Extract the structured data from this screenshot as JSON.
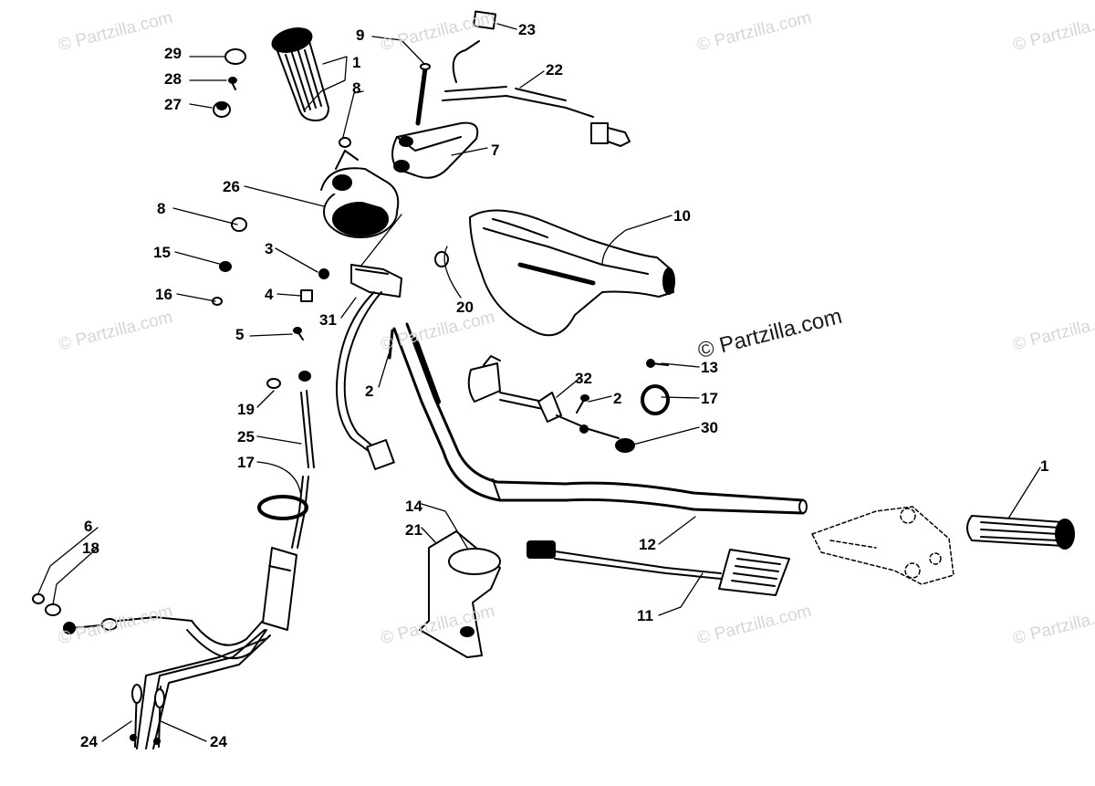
{
  "watermark": {
    "text": "© Partzilla.com"
  },
  "callouts": [
    {
      "id": "c-29a",
      "label": "29"
    },
    {
      "id": "c-28",
      "label": "28"
    },
    {
      "id": "c-27",
      "label": "27"
    },
    {
      "id": "c-1a",
      "label": "1"
    },
    {
      "id": "c-8a",
      "label": "8"
    },
    {
      "id": "c-9",
      "label": "9"
    },
    {
      "id": "c-23",
      "label": "23"
    },
    {
      "id": "c-22",
      "label": "22"
    },
    {
      "id": "c-7",
      "label": "7"
    },
    {
      "id": "c-26",
      "label": "26"
    },
    {
      "id": "c-8b",
      "label": "8"
    },
    {
      "id": "c-15",
      "label": "15"
    },
    {
      "id": "c-3",
      "label": "3"
    },
    {
      "id": "c-16",
      "label": "16"
    },
    {
      "id": "c-4",
      "label": "4"
    },
    {
      "id": "c-31",
      "label": "31"
    },
    {
      "id": "c-5",
      "label": "5"
    },
    {
      "id": "c-10",
      "label": "10"
    },
    {
      "id": "c-20",
      "label": "20"
    },
    {
      "id": "c-13",
      "label": "13"
    },
    {
      "id": "c-2a",
      "label": "2"
    },
    {
      "id": "c-32",
      "label": "32"
    },
    {
      "id": "c-2b",
      "label": "2"
    },
    {
      "id": "c-17a",
      "label": "17"
    },
    {
      "id": "c-30",
      "label": "30"
    },
    {
      "id": "c-19",
      "label": "19"
    },
    {
      "id": "c-25",
      "label": "25"
    },
    {
      "id": "c-17b",
      "label": "17"
    },
    {
      "id": "c-1b",
      "label": "1"
    },
    {
      "id": "c-14",
      "label": "14"
    },
    {
      "id": "c-21",
      "label": "21"
    },
    {
      "id": "c-12",
      "label": "12"
    },
    {
      "id": "c-6",
      "label": "6"
    },
    {
      "id": "c-18",
      "label": "18"
    },
    {
      "id": "c-11",
      "label": "11"
    },
    {
      "id": "c-24a",
      "label": "24"
    },
    {
      "id": "c-24b",
      "label": "24"
    }
  ]
}
